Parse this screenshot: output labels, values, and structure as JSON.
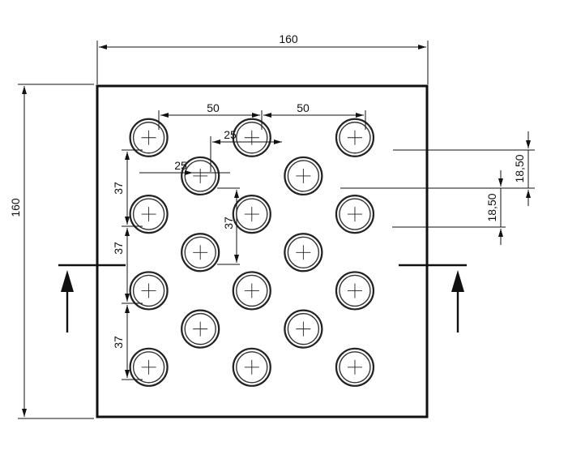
{
  "drawing": {
    "dimensions": {
      "overall_width": "160",
      "overall_height": "160",
      "pitch_x_1": "50",
      "pitch_x_2": "50",
      "offset_x_1": "25",
      "offset_x_2": "25",
      "pitch_y_1": "37",
      "pitch_y_2": "37",
      "pitch_y_3": "37",
      "pitch_y_4": "37",
      "half_pitch_1": "18,50",
      "half_pitch_2": "18,50"
    },
    "holes": {
      "columns_mm": [
        25,
        75,
        125
      ],
      "offset_columns_mm": [
        50,
        100
      ],
      "rows_mm": [
        25,
        62,
        99,
        136
      ],
      "offset_rows_mm": [
        43.5,
        80.5,
        117.5
      ]
    },
    "colors": {
      "line": "#111111",
      "background": "#ffffff"
    }
  }
}
